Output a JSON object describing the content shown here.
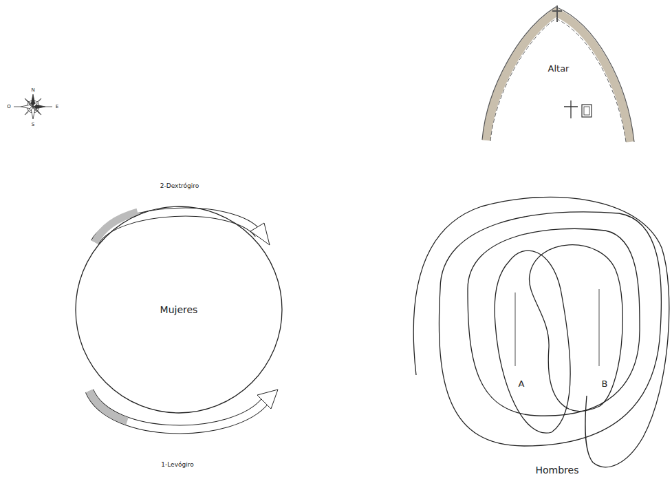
{
  "diagram": {
    "nodes": [
      {
        "text": [
          "Altar"
        ]
      },
      {
        "text": [
          "Mujeres"
        ]
      },
      {
        "text": [
          "Hombres"
        ]
      }
    ],
    "labels": [
      "N",
      "O",
      "E",
      "S",
      "2-Dextrógiro",
      "1-Levógiro",
      "A",
      "B"
    ]
  }
}
